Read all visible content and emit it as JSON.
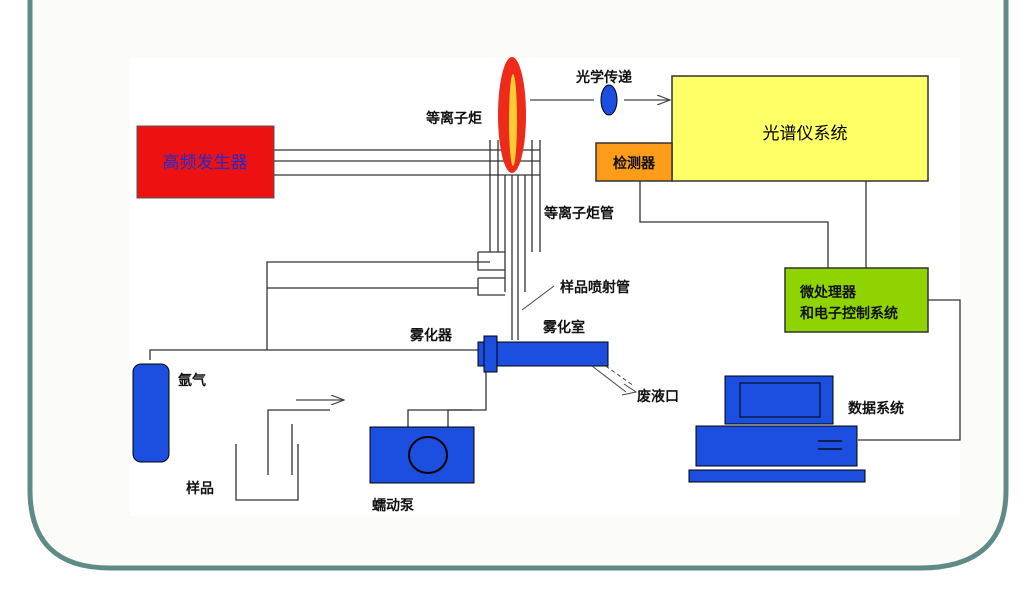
{
  "labels": {
    "plasma_torch": "等离子炬",
    "optical_transfer": "光学传递",
    "spectrometer_system": "光谱仪系统",
    "detector": "检测器",
    "rf_generator": "高频发生器",
    "torch_tube": "等离子炬管",
    "sample_injector": "样品喷射管",
    "nebulizer": "雾化器",
    "spray_chamber": "雾化室",
    "argon": "氩气",
    "waste_outlet": "废液口",
    "sample": "样品",
    "peristaltic_pump": "蠕动泵",
    "microprocessor_line1": "微处理器",
    "microprocessor_line2": "和电子控制系统",
    "data_system": "数据系统"
  },
  "colors": {
    "frame": "#5f8b86",
    "slide_bg": "#fbfcf8",
    "diagram_bg": "#ffffff",
    "rf_box": "#ee1111",
    "rf_text": "#1e2bd0",
    "spectrometer_box": "#ffff66",
    "detector_box": "#ff9c1a",
    "micro_box": "#8fd400",
    "blue_parts": "#1c4fe0",
    "flame_outer": "#ee2a1a",
    "flame_inner": "#ffcc33"
  }
}
